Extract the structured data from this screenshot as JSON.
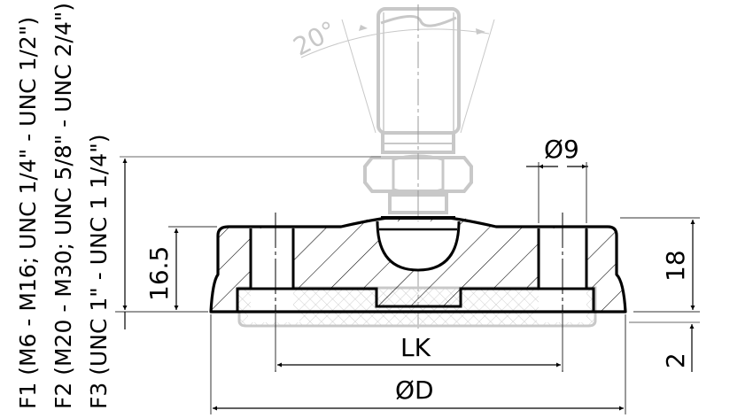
{
  "drawing": {
    "type": "technical-section-drawing",
    "subject": "levelling foot base with ball-joint threaded spindle",
    "thread_variants": [
      {
        "id": "F1",
        "label": "F1 (M6 - M16; UNC 1/4\" - UNC 1/2\")"
      },
      {
        "id": "F2",
        "label": "F2 (M20 - M30; UNC 5/8\" - UNC 2/4\")"
      },
      {
        "id": "F3",
        "label": "F3 (UNC 1\" - UNC 1 1/4\")"
      }
    ],
    "dimensions": {
      "angle": "20°",
      "hole_diameter": "Ø9",
      "height_left": "16.5",
      "height_right": "18",
      "pad_thickness": "2",
      "bolt_circle": "LK",
      "outer_diameter": "ØD"
    },
    "colors": {
      "outline": "#000000",
      "hidden_parts": "#c8c8c8",
      "dimension_lines": "#000000"
    }
  }
}
